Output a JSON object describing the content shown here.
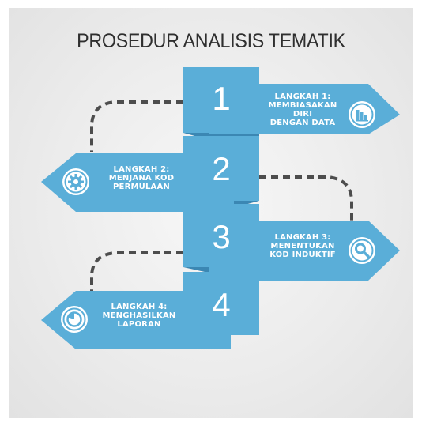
{
  "title": "PROSEDUR ANALISIS TEMATIK",
  "colors": {
    "block": "#5aaed8",
    "fold": "#3b87b3",
    "dashes": "#4d4d4d",
    "icon": "#5aaed8"
  },
  "steps": [
    {
      "number": "1",
      "lines": [
        "LANGKAH 1:",
        "MEMBIASAKAN",
        "DIRI",
        "DENGAN DATA"
      ],
      "icon": "bar-chart-icon"
    },
    {
      "number": "2",
      "lines": [
        "LANGKAH 2:",
        "MENJANA KOD",
        "PERMULAAN"
      ],
      "icon": "gear-icon"
    },
    {
      "number": "3",
      "lines": [
        "LANGKAH 3:",
        "MENENTUKAN",
        "KOD INDUKTIF"
      ],
      "icon": "magnifier-icon"
    },
    {
      "number": "4",
      "lines": [
        "LANGKAH 4:",
        "MENGHASILKAN",
        "LAPORAN"
      ],
      "icon": "pie-chart-icon"
    }
  ]
}
